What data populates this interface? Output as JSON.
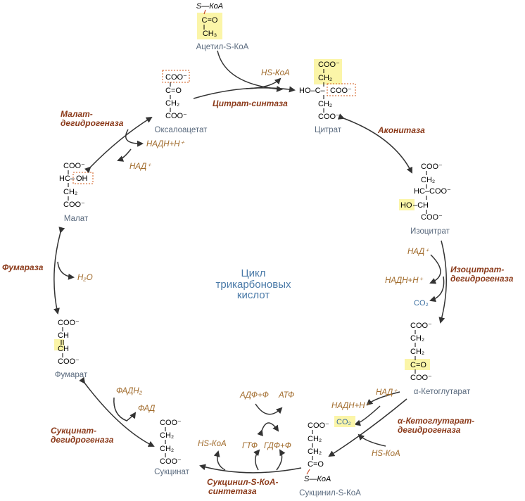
{
  "title": [
    "Цикл",
    "трикарбоновых",
    "кислот"
  ],
  "metabolites": {
    "acetyl": "Ацетил-S-КоА",
    "citrate": "Цитрат",
    "isocitrate": "Изоцитрат",
    "akg": "α-Кетоглутарат",
    "succcoa": "Сукцинил-S-КоА",
    "succinate": "Сукцинат",
    "fumarate": "Фумарат",
    "malate": "Малат",
    "oaa": "Оксалоацетат"
  },
  "enzymes": {
    "citrate_synthase": "Цитрат-синтаза",
    "aconitase": "Аконитаза",
    "icdh": [
      "Изоцитрат-",
      "дегидрогеназа"
    ],
    "akgdh": [
      "α-Кетоглутарат-",
      "дегидрогеназа"
    ],
    "scs": [
      "Сукцинил-S-КоА-",
      "синтетаза"
    ],
    "sdh": [
      "Сукцинат-",
      "дегидрогеназа"
    ],
    "fumarase": "Фумараза",
    "mdh": [
      "Малат-",
      "дегидрогеназа"
    ]
  },
  "cofactors": {
    "hs_coa_1": "HS-КоА",
    "nad_icdh": "НАД⁺",
    "nadh_icdh": "НАДН+Н⁺",
    "co2_icdh": "CO₂",
    "nad_akg": "НАД⁺",
    "nadh_akg": "НАДН+Н⁺",
    "co2_akg": "CO₂",
    "hs_coa_akg": "HS-КоА",
    "hs_coa_scs": "HS-КоА",
    "adp": "АДФ+Ф",
    "atp": "АТФ",
    "gtp": "ГТФ",
    "gdp": "ГДФ+Ф",
    "fadh2": "ФАДН₂",
    "fad": "ФАД",
    "h2o": "H₂O",
    "nadh_mdh": "НАДН+Н⁺",
    "nad_mdh": "НАД⁺"
  },
  "structures": {
    "acetyl": [
      "S—КоА",
      "C=O",
      "CH₃"
    ],
    "citrate": [
      "COO⁻",
      "CH₂",
      "HO–C–",
      "COO⁻",
      "CH₂",
      "COO⁻"
    ],
    "isocitrate": [
      "COO⁻",
      "CH₂",
      "HC–COO⁻",
      "HO",
      "–CH",
      "COO⁻"
    ],
    "akg": [
      "COO⁻",
      "CH₂",
      "CH₂",
      "C=O",
      "COO⁻"
    ],
    "succcoa": [
      "COO⁻",
      "CH₂",
      "CH₂",
      "C=O",
      "S—КоА"
    ],
    "succinate": [
      "COO⁻",
      "CH₂",
      "CH₂",
      "COO⁻"
    ],
    "fumarate": [
      "COO⁻",
      "CH",
      "CH",
      "COO⁻"
    ],
    "malate": [
      "COO⁻",
      "HC–",
      "OH",
      "CH₂",
      "COO⁻"
    ],
    "oaa": [
      "COO⁻",
      "C=O",
      "CH₂",
      "COO⁻"
    ]
  }
}
